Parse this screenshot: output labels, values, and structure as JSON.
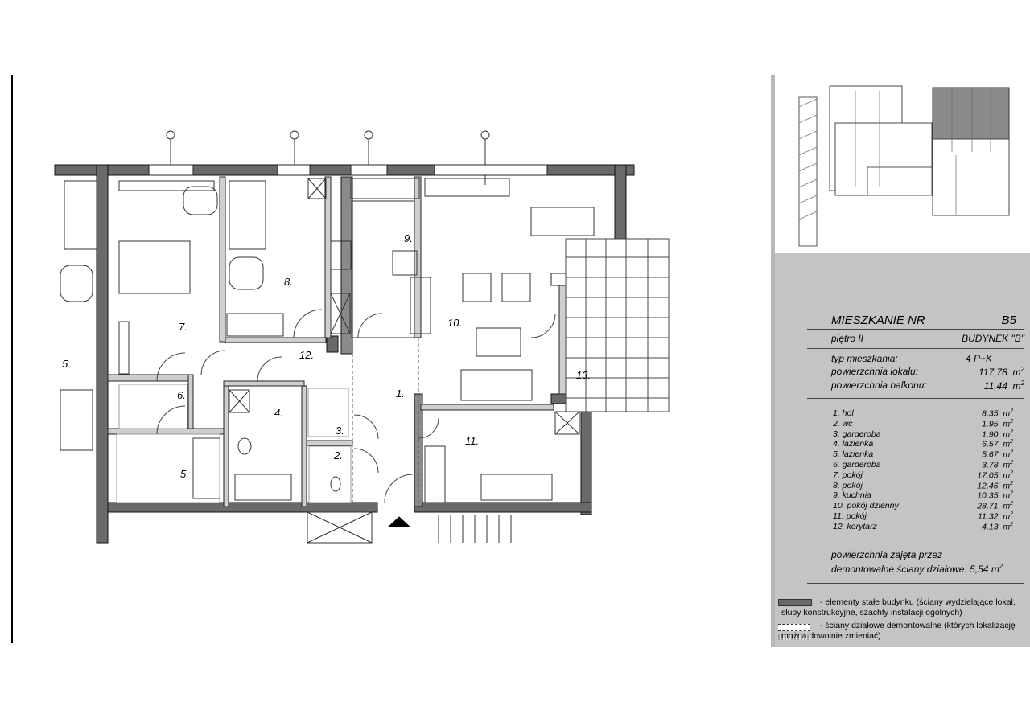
{
  "plan": {
    "rooms": [
      {
        "num": "7."
      },
      {
        "num": "8."
      },
      {
        "num": "9."
      },
      {
        "num": "10."
      },
      {
        "num": "12."
      },
      {
        "num": "1."
      },
      {
        "num": "3."
      },
      {
        "num": "2."
      },
      {
        "num": "4."
      },
      {
        "num": "5."
      },
      {
        "num": "6."
      },
      {
        "num": "11."
      },
      {
        "num": "13."
      },
      {
        "num": "5."
      },
      {
        "num": "5."
      }
    ]
  },
  "panel": {
    "title": "MIESZKANIE NR",
    "apartment_no": "B5",
    "floor": "piętro II",
    "building": "BUDYNEK \"B\"",
    "type_label": "typ mieszkania:",
    "type_value": "4   P+K",
    "area_label": "powierzchnia  lokalu:",
    "area_value": "117,78",
    "balcony_label": "powierzchnia  balkonu:",
    "balcony_value": "11,44",
    "unit": "m",
    "unit_exp": "2",
    "rooms": [
      {
        "name": "1. hol",
        "area": "8,35"
      },
      {
        "name": "2. wc",
        "area": "1,95"
      },
      {
        "name": "3. garderoba",
        "area": "1,90"
      },
      {
        "name": "4. łazienka",
        "area": "6,57"
      },
      {
        "name": "5. łazienka",
        "area": "5,67"
      },
      {
        "name": "6. garderoba",
        "area": "3,78"
      },
      {
        "name": "7. pokój",
        "area": "17,05"
      },
      {
        "name": "8. pokój",
        "area": "12,46"
      },
      {
        "name": "9. kuchnia",
        "area": "10,35"
      },
      {
        "name": "10. pokój dzienny",
        "area": "28,71"
      },
      {
        "name": "11. pokój",
        "area": "11,32"
      },
      {
        "name": "12. korytarz",
        "area": "4,13"
      }
    ],
    "walls_label_1": "powierzchnia zajęta przez",
    "walls_label_2": "demontowalne ściany działowe:",
    "walls_value": "5,54",
    "legend": [
      {
        "text": "- elementy stałe budynku (ściany wydzielające lokal, słupy konstrukcyjne, szachty instalacji ogólnych)",
        "color": "#6a6a6a"
      },
      {
        "text": "- ściany działowe demontowalne (których lokalizację można dowolnie zmieniać)",
        "color": "#a0a0a0"
      }
    ]
  }
}
